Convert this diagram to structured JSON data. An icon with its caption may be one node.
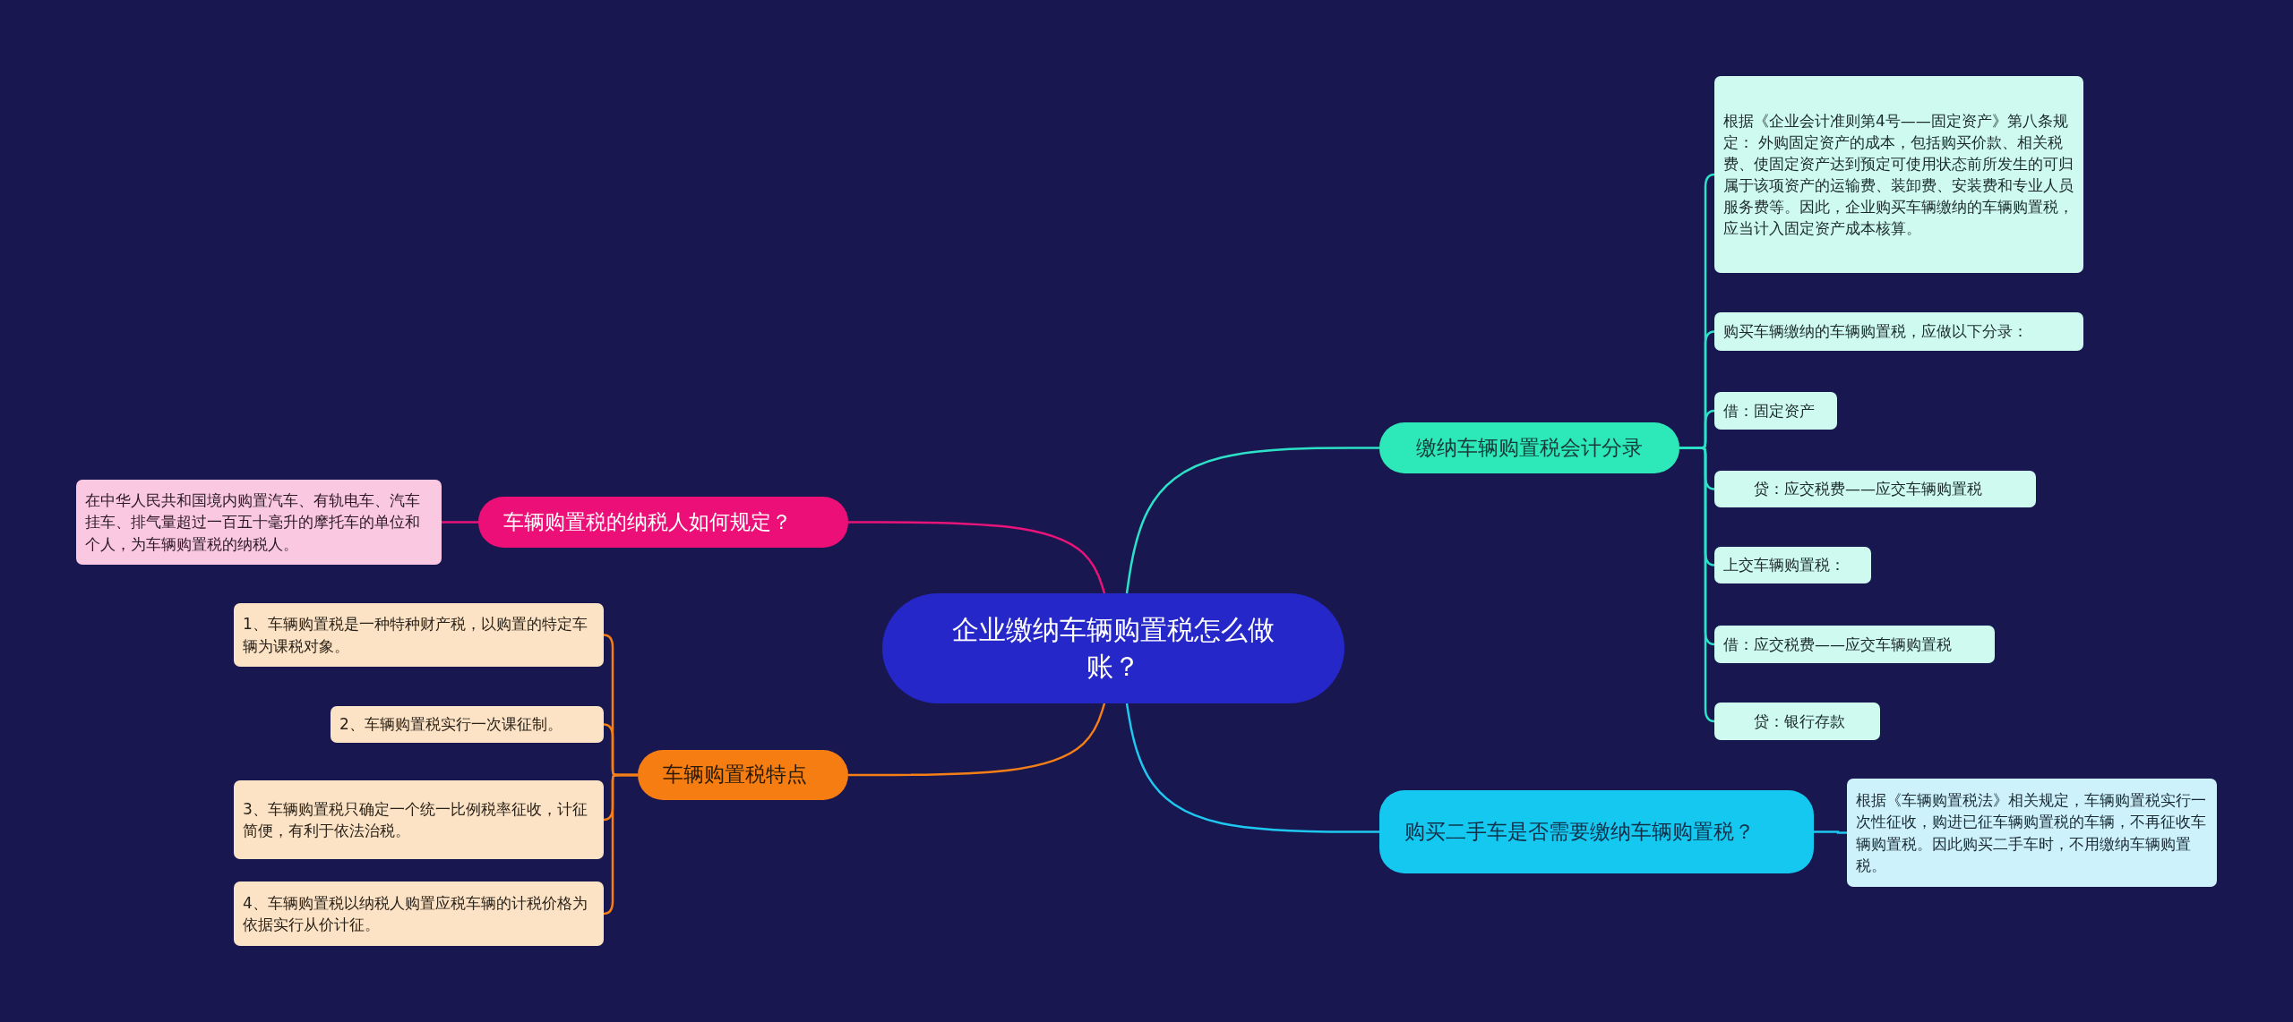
{
  "diagram": {
    "nodes": [
      {
        "text": [
          "企业缴纳车辆购置税怎么做账？"
        ]
      },
      {
        "text": [
          "缴纳车辆购置税会计分录"
        ]
      },
      {
        "text": [
          "根据《企业会计准则第4号——固定资产》第八条规定： 外购固定资产的成本，包括购买价款、相关税费、使固定资产达到预定可使用状态前所发生的可归属于该项资产的运输费、装卸费、安装费和专业人员服务费等。因此，企业购买车辆缴纳的车辆购置税，应当计入固定资产成本核算。"
        ]
      },
      {
        "text": [
          "购买车辆缴纳的车辆购置税，应做以下分录："
        ]
      },
      {
        "text": [
          "借：固定资产"
        ]
      },
      {
        "text": [
          "贷：应交税费——应交车辆购置税"
        ]
      },
      {
        "text": [
          "上交车辆购置税："
        ]
      },
      {
        "text": [
          "借：应交税费——应交车辆购置税"
        ]
      },
      {
        "text": [
          "贷：银行存款"
        ]
      },
      {
        "text": [
          "购买二手车是否需要缴纳车辆购置税？"
        ]
      },
      {
        "text": [
          "根据《车辆购置税法》相关规定，车辆购置税实行一次性征收，购进已征车辆购置税的车辆，不再征收车辆购置税。因此购买二手车时，不用缴纳车辆购置税。"
        ]
      },
      {
        "text": [
          "车辆购置税的纳税人如何规定？"
        ]
      },
      {
        "text": [
          "在中华人民共和国境内购置汽车、有轨电车、汽车挂车、排气量超过一百五十毫升的摩托车的单位和个人，为车辆购置税的纳税人。"
        ]
      },
      {
        "text": [
          "车辆购置税特点"
        ]
      },
      {
        "text": [
          "1、车辆购置税是一种特种财产税，以购置的特定车辆为课税对象。"
        ]
      },
      {
        "text": [
          "2、车辆购置税实行一次课征制。"
        ]
      },
      {
        "text": [
          "3、车辆购置税只确定一个统一比例税率征收，计征简便，有利于依法治税。"
        ]
      },
      {
        "text": [
          "4、车辆购置税以纳税人购置应税车辆的计税价格为依据实行从价计征。"
        ]
      }
    ],
    "edges": [
      {
        "from": 0,
        "to": 1,
        "arrow": "none",
        "color": "#2de0c8"
      },
      {
        "from": 1,
        "to": 2,
        "arrow": "none",
        "color": "#2de0c8"
      },
      {
        "from": 1,
        "to": 3,
        "arrow": "none",
        "color": "#2de0c8"
      },
      {
        "from": 1,
        "to": 4,
        "arrow": "none",
        "color": "#2de0c8"
      },
      {
        "from": 1,
        "to": 5,
        "arrow": "none",
        "color": "#2de0c8"
      },
      {
        "from": 1,
        "to": 6,
        "arrow": "none",
        "color": "#2de0c8"
      },
      {
        "from": 1,
        "to": 7,
        "arrow": "none",
        "color": "#2de0c8"
      },
      {
        "from": 1,
        "to": 8,
        "arrow": "none",
        "color": "#2de0c8"
      },
      {
        "from": 0,
        "to": 9,
        "arrow": "none",
        "color": "#1ec8f0"
      },
      {
        "from": 9,
        "to": 10,
        "arrow": "none",
        "color": "#1ec8f0"
      },
      {
        "from": 0,
        "to": 11,
        "arrow": "none",
        "color": "#e8147a"
      },
      {
        "from": 11,
        "to": 12,
        "arrow": "none",
        "color": "#e8147a"
      },
      {
        "from": 0,
        "to": 13,
        "arrow": "none",
        "color": "#f57f17"
      },
      {
        "from": 13,
        "to": 14,
        "arrow": "none",
        "color": "#f57f17"
      },
      {
        "from": 13,
        "to": 15,
        "arrow": "none",
        "color": "#f57f17"
      },
      {
        "from": 13,
        "to": 16,
        "arrow": "none",
        "color": "#f57f17"
      },
      {
        "from": 13,
        "to": 17,
        "arrow": "none",
        "color": "#f57f17"
      }
    ]
  }
}
